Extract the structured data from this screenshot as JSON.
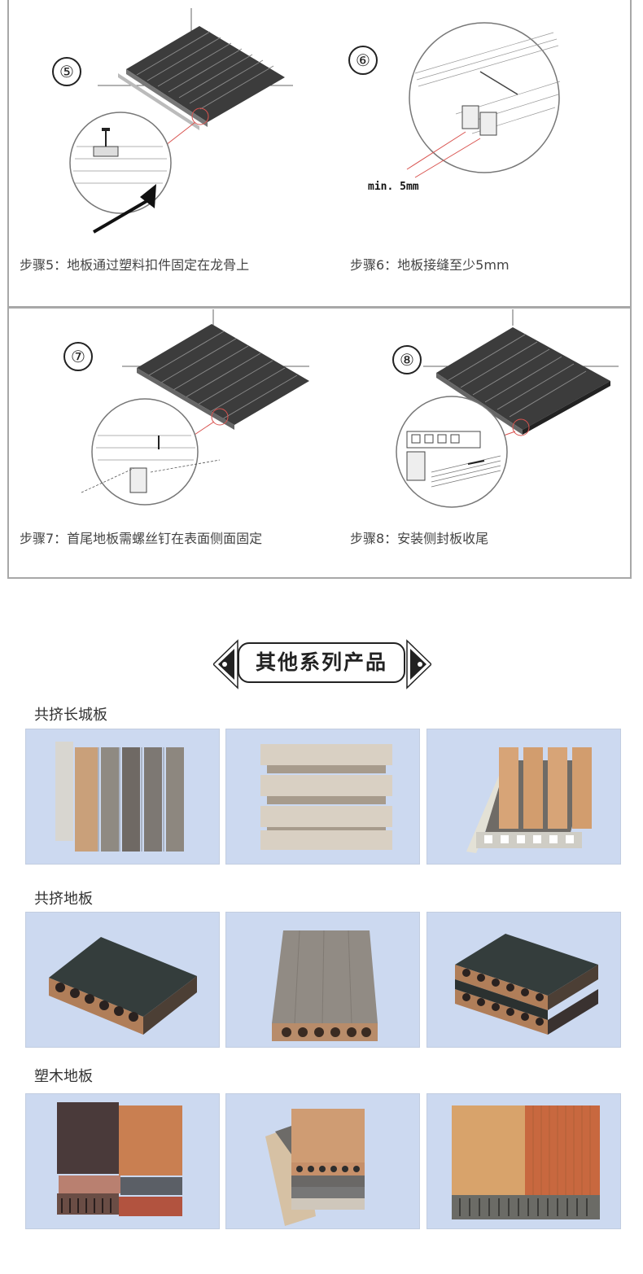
{
  "install_steps": [
    {
      "number": "⑤",
      "caption": "步骤5：地板通过塑料扣件固定在龙骨上"
    },
    {
      "number": "⑥",
      "caption": "步骤6：地板接缝至少5mm",
      "annotation": "min. 5mm"
    },
    {
      "number": "⑦",
      "caption": "步骤7：首尾地板需螺丝钉在表面侧面固定"
    },
    {
      "number": "⑧",
      "caption": "步骤8：安装侧封板收尾"
    }
  ],
  "other_series": {
    "title": "其他系列产品",
    "categories": [
      {
        "name": "共挤长城板"
      },
      {
        "name": "共挤地板"
      },
      {
        "name": "塑木地板"
      }
    ]
  },
  "colors": {
    "border": "#a8a8a8",
    "tile_bg": "#ccd9f0",
    "deck_dark": "#3c3c3c",
    "leader_red": "#d9534f"
  }
}
